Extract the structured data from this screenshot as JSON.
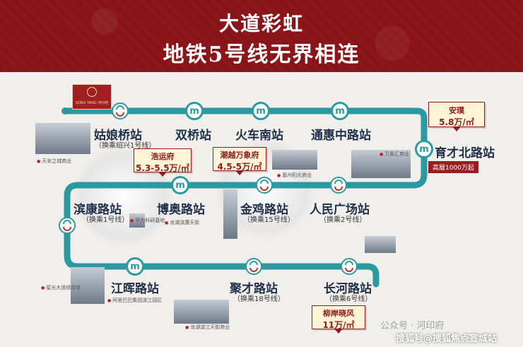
{
  "header": {
    "line1": "大道彩虹",
    "line2": "地铁5号线无界相连"
  },
  "logo": {
    "text": "SONG YANG 河印府"
  },
  "stations": {
    "gunianqiao": {
      "name": "姑娘桥站",
      "sub": "（换乘绍兴1号线）"
    },
    "shuangqiao": {
      "name": "双桥站"
    },
    "huochenan": {
      "name": "火车南站"
    },
    "tonghuizhonglu": {
      "name": "通惠中路站"
    },
    "yucaibeilu": {
      "name": "育才北路站"
    },
    "binkanglu": {
      "name": "滨康路站",
      "sub": "（换乘1号线）"
    },
    "boaolu": {
      "name": "博奥路站"
    },
    "jinjilu": {
      "name": "金鸡路站",
      "sub": "（换乘15号线）"
    },
    "renminguangchang": {
      "name": "人民广场站",
      "sub": "（换乘2号线）"
    },
    "jianghuilu": {
      "name": "江晖路站"
    },
    "jucailu": {
      "name": "聚才路站",
      "sub": "（换乘18号线）"
    },
    "changhelu": {
      "name": "长河路站",
      "sub": "（换乘6号线）"
    }
  },
  "tags": {
    "anpu": {
      "l1": "安璞",
      "l2": "5.8万/㎡"
    },
    "haoyun": {
      "l1": "浩运府",
      "l2": "5.3-5.5万/㎡"
    },
    "chaoyue": {
      "l1": "潮越万象府",
      "l2": "4.5-5万/㎡"
    },
    "liuan": {
      "l1": "柳岸晓风",
      "l2": "11万/㎡"
    }
  },
  "badge": {
    "text": "高層1000万起"
  },
  "landmarks": {
    "tianan": "天安之城商业",
    "wanxiang": "万象汇商业",
    "jiashi": "嘉州阳光商业",
    "huawei": "华为科研基地",
    "longhu": "龙湖滨康天街",
    "xingguang": "星光大道综合体",
    "alibaba": "阿里巴巴集团滨江园区",
    "longhubj": "龙湖滨江天街商业"
  },
  "watermarks": {
    "w1": "公众号 · 河印府",
    "w2": "搜狐号@搜狐焦点宣城站"
  },
  "colors": {
    "header_red": "#8e1519",
    "line_teal": "#2b9aa0",
    "tag_red": "#8c1d1e"
  }
}
